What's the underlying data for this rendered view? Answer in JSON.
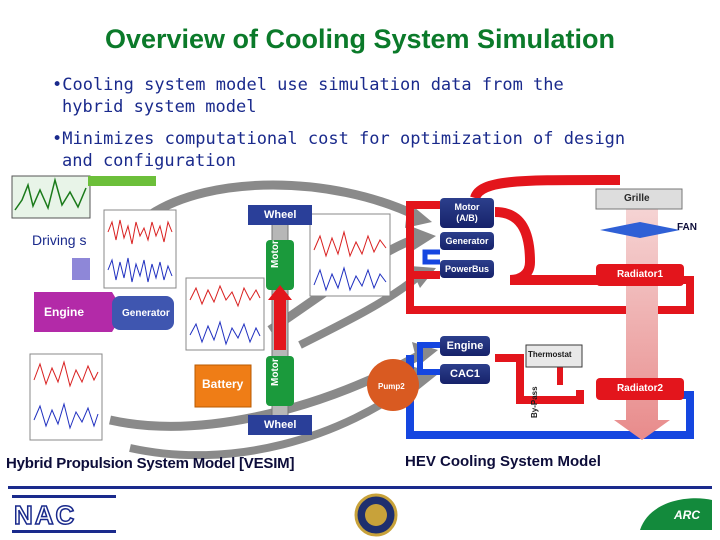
{
  "title": "Overview of Cooling System Simulation",
  "bullets": [
    {
      "line1": "•Cooling system model use simulation data from the",
      "line2": "hybrid system model"
    },
    {
      "line1": "•Minimizes computational cost for optimization of design",
      "line2": "and configuration"
    }
  ],
  "left_diagram": {
    "driving_label": "Driving s",
    "engine": "Engine",
    "generator": "Generator",
    "battery": "Battery",
    "wheel_top": "Wheel",
    "wheel_bottom": "Wheel",
    "motor_top": "Motor",
    "motor_bottom": "Motor"
  },
  "cooling_diagram": {
    "grille": "Grille",
    "fan": "FAN",
    "motor_ab": "Motor\n(A/B)",
    "generator": "Generator",
    "power_bus": "PowerBus",
    "radiator1": "Radiator1",
    "engine": "Engine",
    "cac1": "CAC1",
    "thermostat": "Thermostat",
    "bypass": "By-Pass",
    "pump2": "Pump2",
    "radiator2": "Radiator2"
  },
  "captions": {
    "left": "Hybrid Propulsion System Model [VESIM]",
    "right": "HEV Cooling System Model"
  },
  "footer": {
    "left_logo": "NAC",
    "right_logo": "ARC"
  },
  "colors": {
    "title": "#0b7a2a",
    "bullet_text": "#1a2a8c",
    "red_loop": "#e3151c",
    "blue_loop": "#1546e0",
    "navy_box": "#1f2e7a",
    "footer_rule": "#1a2a8c"
  }
}
